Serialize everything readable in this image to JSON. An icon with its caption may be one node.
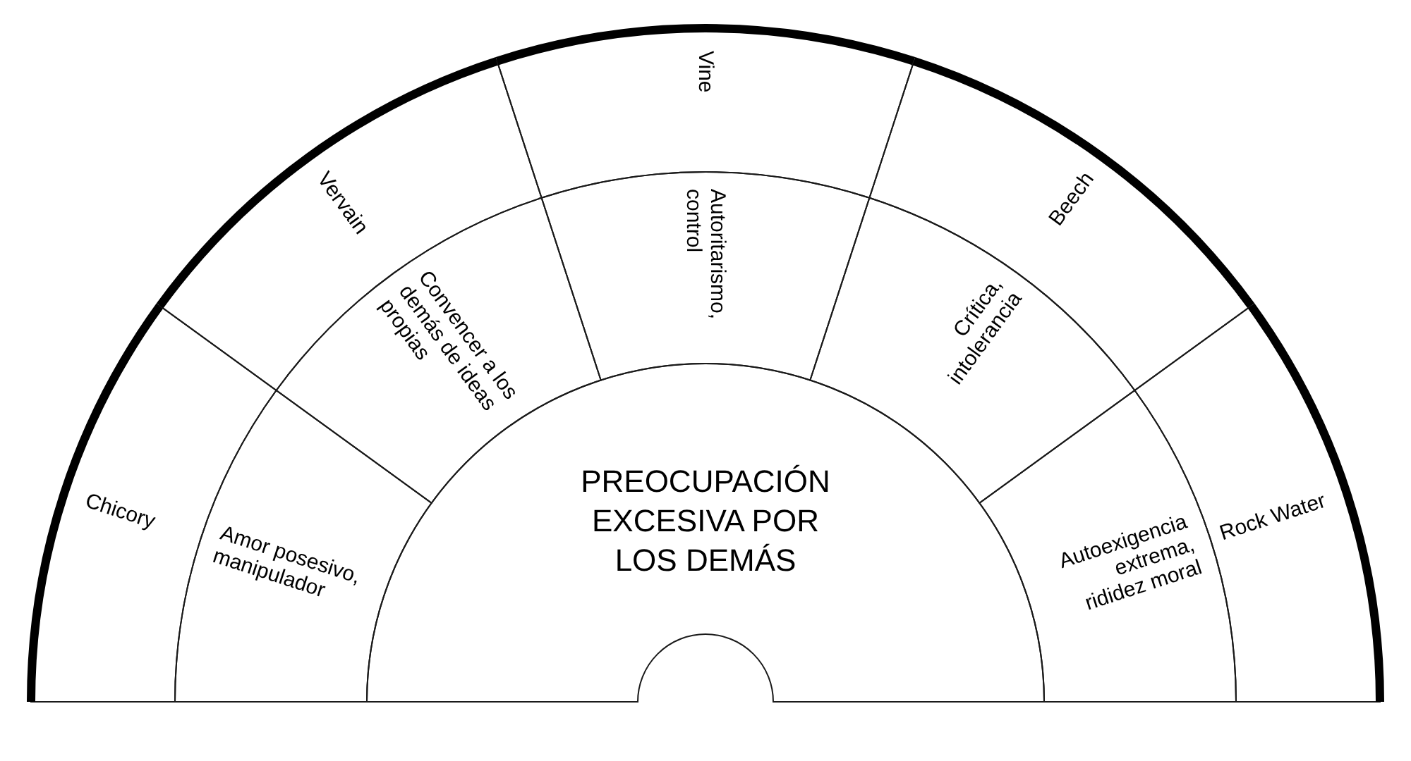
{
  "diagram": {
    "nodes": [
      {
        "text": [
          "PREOCUPACIÓN EXCESIVA POR LOS DEMÁS"
        ]
      },
      {
        "text": [
          "Amor posesivo, manipulador"
        ]
      },
      {
        "text": [
          "Convencer a los demás de ideas propias"
        ]
      },
      {
        "text": [
          "Autoritarismo, control"
        ]
      },
      {
        "text": [
          "Crítica, intolerancia"
        ]
      },
      {
        "text": [
          "Autoexigencia extrema, rididez moral"
        ]
      },
      {
        "text": [
          "Chicory"
        ]
      },
      {
        "text": [
          "Vervain"
        ]
      },
      {
        "text": [
          "Vine"
        ]
      },
      {
        "text": [
          "Beech"
        ]
      },
      {
        "text": [
          "Rock Water"
        ]
      }
    ]
  }
}
